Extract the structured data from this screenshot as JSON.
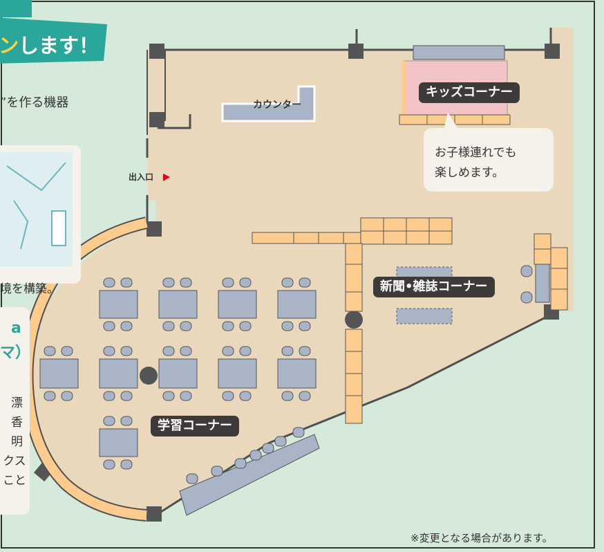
{
  "banner": {
    "highlight": "ン",
    "text": "します！"
  },
  "intro": {
    "text": "”を作る機器"
  },
  "illustration": {
    "caption": "境を構築。"
  },
  "info_box": {
    "title_line1": "a",
    "title_line2": "マ）",
    "lines": [
      "漂",
      "香",
      "明",
      "クス",
      "こと"
    ]
  },
  "map": {
    "counter": "カウンター",
    "entrance": "出入口",
    "kids_corner": "キッズコーナー",
    "kids_callout_line1": "お子様連れでも",
    "kids_callout_line2": "楽しめます。",
    "magazine_corner": "新聞•雑誌コーナー",
    "study_corner": "学習コーナー",
    "footnote": "※変更となる場合があります。"
  },
  "colors": {
    "background": "#d6eadb",
    "floor": "#e9d8bc",
    "shelf": "#fccb8e",
    "table": "#a9b5c6",
    "kids_area": "#f4c3c8",
    "accent": "#2aa79a",
    "wall": "#505050",
    "label_bg": "#3e3a3a"
  }
}
